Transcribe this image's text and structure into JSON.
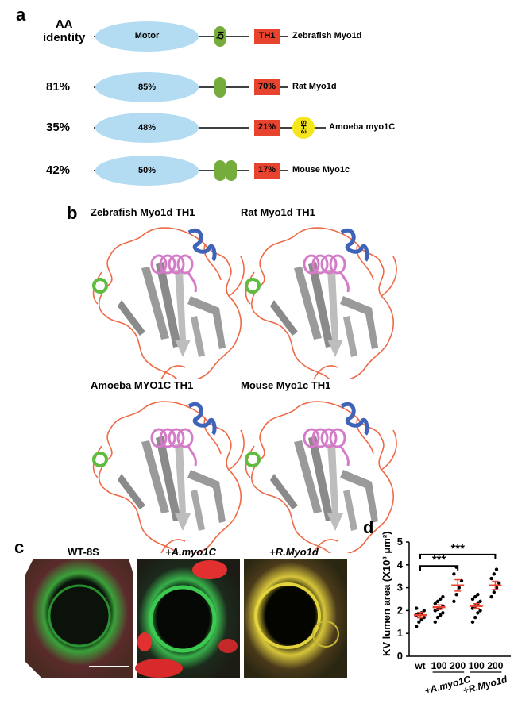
{
  "panels": {
    "a": "a",
    "b": "b",
    "c": "c",
    "d": "d"
  },
  "panel_a": {
    "header": [
      "AA",
      "identity"
    ],
    "rows": [
      {
        "identity": "",
        "motor": "Motor",
        "iq": "IQ",
        "th1": "TH1",
        "sh3": "",
        "name": "Zebrafish Myo1d"
      },
      {
        "identity": "81%",
        "motor": "85%",
        "iq": "",
        "th1": "70%",
        "sh3": "",
        "name": "Rat Myo1d"
      },
      {
        "identity": "35%",
        "motor": "48%",
        "iq": "",
        "th1": "21%",
        "sh3": "SH3",
        "name": "Amoeba myo1C"
      },
      {
        "identity": "42%",
        "motor": "50%",
        "iq": "",
        "th1": "17%",
        "sh3": "",
        "name": "Mouse Myo1c"
      }
    ],
    "colors": {
      "motor": "#b3dcf2",
      "iq": "#76ac3c",
      "th1": "#e8432f",
      "sh3": "#f5e51c"
    }
  },
  "panel_b": {
    "titles": [
      "Zebrafish Myo1d TH1",
      "Rat Myo1d TH1",
      "Amoeba MYO1C TH1",
      "Mouse Myo1c TH1"
    ],
    "colors": {
      "loop": "#ee6a47",
      "sheet": "#9a9a9a",
      "helix_pink": "#d57cc8",
      "helix_blue": "#3f63b8",
      "helix_green": "#5ebd3f"
    }
  },
  "panel_c": {
    "titles": [
      "WT-8S",
      "+A.myo1C",
      "+R.Myo1d"
    ]
  },
  "chart_data": {
    "type": "scatter",
    "ylabel": "KV lumen area (X10³ μm²)",
    "ylim": [
      0,
      5
    ],
    "yticks": [
      "0",
      "1",
      "2",
      "3",
      "4",
      "5"
    ],
    "categories": [
      "wt",
      "100",
      "200",
      "100",
      "200"
    ],
    "groups": [
      "+A.myo1C",
      "+R.Myo1d"
    ],
    "significance": [
      "***",
      "***"
    ],
    "points": [
      [
        1.3,
        1.5,
        1.6,
        1.7,
        1.8,
        1.85,
        1.9,
        2.0,
        2.1
      ],
      [
        1.5,
        1.7,
        1.8,
        1.9,
        2.0,
        2.05,
        2.1,
        2.2,
        2.3,
        2.4,
        2.5,
        2.6
      ],
      [
        2.4,
        2.7,
        3.0,
        3.3,
        3.6,
        3.9
      ],
      [
        1.5,
        1.7,
        1.9,
        2.0,
        2.1,
        2.2,
        2.3,
        2.4,
        2.5,
        2.6,
        2.7
      ],
      [
        2.6,
        2.8,
        3.0,
        3.2,
        3.4,
        3.6,
        3.8
      ]
    ],
    "means": [
      1.8,
      2.15,
      3.1,
      2.2,
      3.1
    ],
    "sem": [
      0.12,
      0.1,
      0.25,
      0.1,
      0.18
    ],
    "colors": {
      "points": "#000000",
      "mean": "#e8432f"
    }
  }
}
